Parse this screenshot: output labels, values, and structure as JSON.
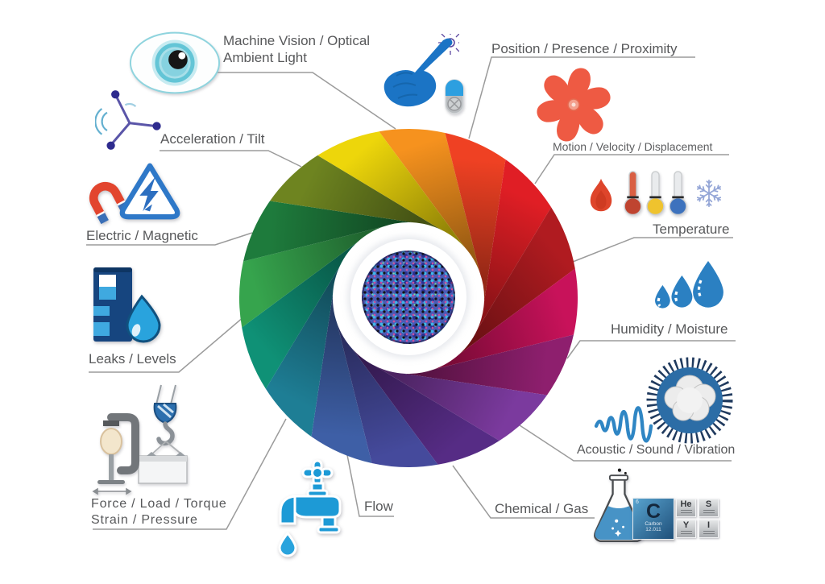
{
  "diagram": {
    "labels": {
      "machine_vision": {
        "line1": "Machine Vision / Optical",
        "line2": "Ambient Light"
      },
      "position": "Position / Presence / Proximity",
      "motion": "Motion / Velocity / Displacement",
      "temperature": "Temperature",
      "humidity": "Humidity / Moisture",
      "acoustic": "Acoustic / Sound / Vibration",
      "chemical": "Chemical / Gas",
      "flow": "Flow",
      "force": {
        "line1": "Force / Load / Torque",
        "line2": "Strain / Pressure"
      },
      "leaks": "Leaks / Levels",
      "electric": "Electric / Magnetic",
      "acceleration": "Acceleration / Tilt"
    },
    "icons": {
      "machine_vision": "eye-icon",
      "position": "pointing-hand-icon, sensor-pill-icon",
      "motion": "fan-icon",
      "temperature": "flame-icon, thermometer-icons, snowflake-icon",
      "humidity": "water-drops-icon",
      "acoustic": "sound-wave-icon, burst-icon",
      "chemical": "flask-icon, periodic-element-tiles",
      "flow": "faucet-icon",
      "force": "clamp-icon, crane-hook-icon",
      "leaks": "barrel-drop-icon",
      "electric": "magnet-icon, high-voltage-triangle-icon",
      "acceleration": "three-axis-icon"
    },
    "wheel": {
      "blade_colors": [
        "#F6921E",
        "#EF4123",
        "#E01E25",
        "#B01B20",
        "#C8125A",
        "#8E1F6E",
        "#7B3A9E",
        "#562C85",
        "#454A9C",
        "#3E5FA6",
        "#1E7E95",
        "#0F9176",
        "#36A44D",
        "#1E7B3C",
        "#6E8420",
        "#EDD60B"
      ],
      "center_pattern": {
        "base": "#4a5bb5",
        "dots": [
          "#141414",
          "#c94f9e",
          "#3fb6e8",
          "#2a2f8f",
          "#7ce3a0"
        ]
      },
      "connector_color": "#9b9b9b"
    },
    "chemical_elements": {
      "main": {
        "number": "6",
        "symbol": "C",
        "name": "Carbon",
        "mass": "12.011"
      },
      "others": [
        "He",
        "S",
        "Y",
        "I"
      ]
    }
  }
}
